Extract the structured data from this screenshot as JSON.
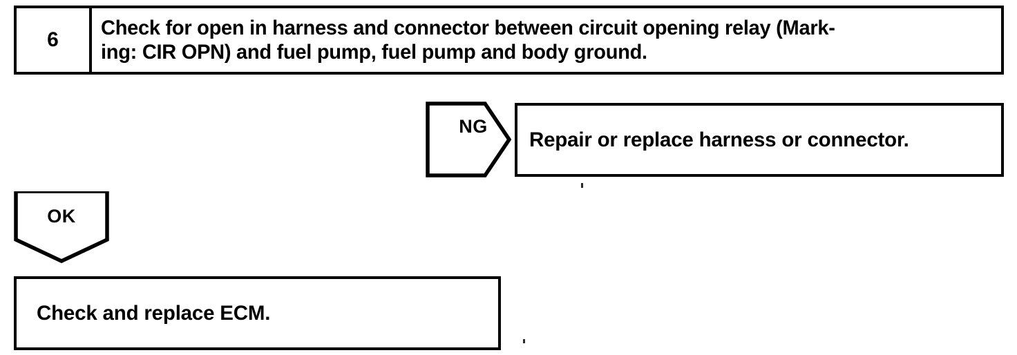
{
  "diagram": {
    "type": "troubleshooting-flowchart",
    "ink_color": "#000000",
    "background_color": "#ffffff",
    "step": {
      "number": "6",
      "instruction": "Check for open in harness and connector between circuit opening relay (Marking: CIR OPN) and fuel pump, fuel pump and body ground.",
      "instruction_line_1": "Check for open in harness and connector between circuit opening relay (Mark-",
      "instruction_line_2": "ing: CIR OPN) and fuel pump, fuel pump and body ground."
    },
    "branches": [
      {
        "id": "ng",
        "label": "NG",
        "connector_shape": "right-chevron",
        "result": "Repair or replace harness or connector."
      },
      {
        "id": "ok",
        "label": "OK",
        "connector_shape": "down-pentagon",
        "result": "Check and replace ECM."
      }
    ]
  }
}
